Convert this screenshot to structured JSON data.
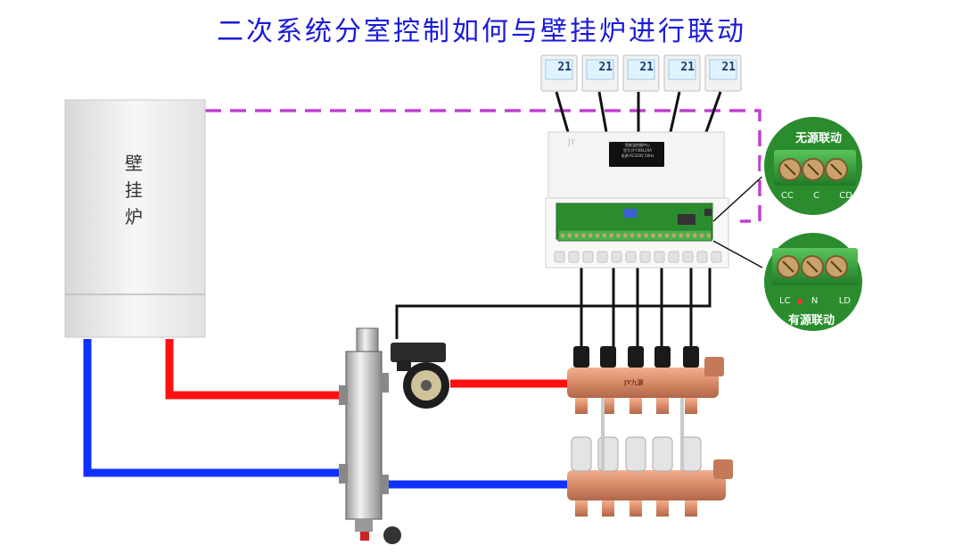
{
  "title": "二次系统分室控制如何与壁挂炉进行联动",
  "boiler": {
    "chars": [
      "壁",
      "挂",
      "炉"
    ]
  },
  "thermostats": {
    "display": [
      "21",
      "21",
      "21",
      "21",
      "21"
    ]
  },
  "controller": {
    "panel_lines": [
      "智能温控器中心",
      "型号:JY-CK6L20A",
      "电源:AC220V 50Hz"
    ]
  },
  "callout_passive": {
    "title": "无源联动",
    "terminals": [
      "CC",
      "C",
      "CD"
    ]
  },
  "callout_active": {
    "title": "有源联动",
    "terminals": [
      "LC",
      "N",
      "LD"
    ]
  },
  "manifold": {
    "brand": "JY九源"
  },
  "colors": {
    "hot": "#ff1010",
    "cold": "#1030ff",
    "signal": "#c040d0",
    "title": "#1a1ad8",
    "copper": "#d98a66"
  }
}
